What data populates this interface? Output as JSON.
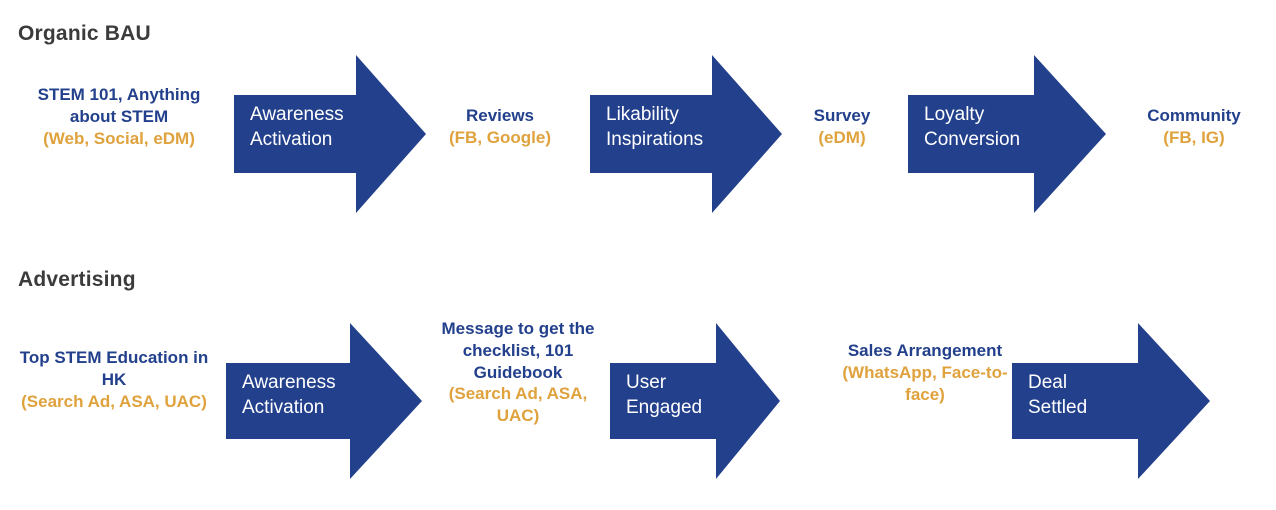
{
  "meta": {
    "colors": {
      "arrow_blue": "#23408c",
      "title_blue": "#23408c",
      "channel_orange": "#dfa23d",
      "heading_gray": "#3b3b3b",
      "arrow_label_white": "#ffffff",
      "background": "#ffffff"
    }
  },
  "rows": [
    {
      "heading": "Organic BAU",
      "milestones": [
        {
          "title": "STEM 101,\nAnything about\nSTEM",
          "channels": "(Web, Social, eDM)"
        },
        {
          "title": "Reviews",
          "channels": "(FB, Google)"
        },
        {
          "title": "Survey",
          "channels": "(eDM)"
        },
        {
          "title": "Community",
          "channels": "(FB, IG)"
        }
      ],
      "arrows": [
        {
          "label": "Awareness\nActivation"
        },
        {
          "label": "Likability\nInspirations"
        },
        {
          "label": "Loyalty\nConversion"
        }
      ]
    },
    {
      "heading": "Advertising",
      "milestones": [
        {
          "title": "Top STEM\nEducation in HK",
          "channels": "(Search Ad, ASA,\nUAC)"
        },
        {
          "title": "Message to get\nthe checklist,\n101 Guidebook",
          "channels": "(Search Ad,\nASA, UAC)"
        },
        {
          "title": "Sales\nArrangement",
          "channels": "(WhatsApp,\nFace-to-face)"
        }
      ],
      "arrows": [
        {
          "label": "Awareness\nActivation"
        },
        {
          "label": "User\nEngaged"
        },
        {
          "label": "Deal\nSettled"
        }
      ]
    }
  ]
}
